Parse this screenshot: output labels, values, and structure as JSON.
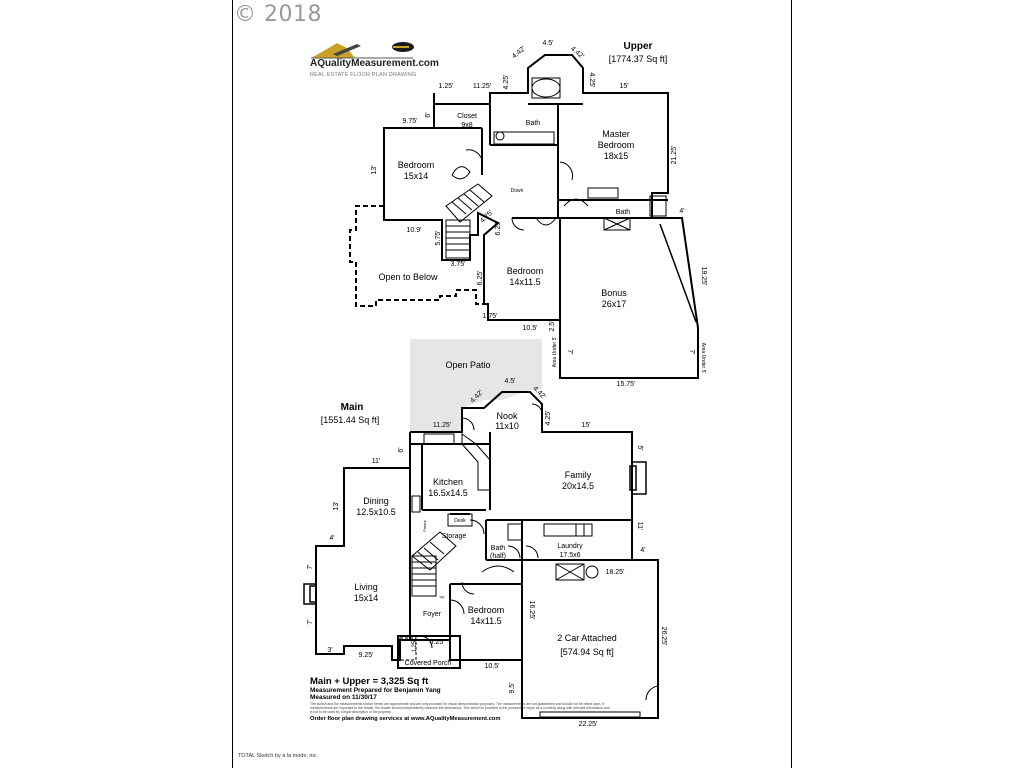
{
  "copyright": "© 2018",
  "logo": {
    "name": "AQualityMeasurement.com",
    "tagline": "REAL ESTATE FLOOR PLAN DRAWING"
  },
  "upper": {
    "title": "Upper",
    "area": "[1774.37 Sq ft]",
    "rooms": {
      "master_name": "Master",
      "master_name2": "Bedroom",
      "master_size": "18x15",
      "bedroom1_name": "Bedroom",
      "bedroom1_size": "15x14",
      "bedroom2_name": "Bedroom",
      "bedroom2_size": "14x11.5",
      "bonus_name": "Bonus",
      "bonus_size": "26x17",
      "closet_name": "Closet",
      "closet_size": "9x8",
      "bath1": "Bath",
      "bath2": "Bath",
      "down": "Down",
      "open_below": "Open to Below",
      "area_under_left": "Area Under 5'",
      "area_under_right": "Area Under 5'"
    },
    "dims": {
      "d1": "4.5'",
      "d2": "4.42'",
      "d3": "4.42'",
      "d4": "4.25'",
      "d5": "4.25'",
      "d6": "1.25'",
      "d7": "11.25'",
      "d8": "15'",
      "d9": "9.75'",
      "d10": "6'",
      "d11": "13'",
      "d12": "21.25'",
      "d13": "4'",
      "d14": "10.9'",
      "d15": "5.75'",
      "d16": "3.75'",
      "d17": "4.75'",
      "d18": "6.25'",
      "d19": "6.25'",
      "d20": "19.25'",
      "d21": "1.75'",
      "d22": "10.5'",
      "d23": "2.5'",
      "d24": "7'",
      "d25": "7'",
      "d26": "15.75'"
    }
  },
  "main": {
    "title": "Main",
    "area": "[1551.44 Sq ft]",
    "rooms": {
      "patio": "Open Patio",
      "nook_name": "Nook",
      "nook_size": "11x10",
      "family_name": "Family",
      "family_size": "20x14.5",
      "kitchen_name": "Kitchen",
      "kitchen_size": "16.5x14.5",
      "dining_name": "Dining",
      "dining_size": "12.5x10.5",
      "living_name": "Living",
      "living_size": "15x14",
      "storage": "Storage",
      "pantry": "Pantry",
      "desk": "Desk",
      "bath_name": "Bath",
      "bath_half": "(half)",
      "laundry_name": "Laundry",
      "laundry_size": "17.5x6",
      "bedroom_name": "Bedroom",
      "bedroom_size": "14x11.5",
      "foyer": "Foyer",
      "porch": "Covered Porch",
      "garage_name": "2 Car Attached",
      "garage_area": "[574.94 Sq ft]",
      "up": "Up"
    },
    "dims": {
      "m1": "4.42'",
      "m2": "4.5'",
      "m3": "4.42'",
      "m4": "4.25'",
      "m5": "11.25'",
      "m6": "15'",
      "m7": "6'",
      "m8": "11'",
      "m9": "5'",
      "m10": "13'",
      "m11": "11'",
      "m12": "4'",
      "m13": "4'",
      "m14": "18.25'",
      "m15": "7'",
      "m16": "16.25'",
      "m17": "26.25'",
      "m18": "7'",
      "m19": "6.25'",
      "m20": "1.25'",
      "m21": "3'",
      "m22": "9.25'",
      "m23": "10.5'",
      "m24": "9.5'",
      "m25": "22.25'"
    }
  },
  "info": {
    "total": "Main + Upper = 3,325 Sq ft",
    "prepared": "Measurement Prepared for Benjamin Yang",
    "measured": "Measured on 11/30/17",
    "disclaimer": "The sketch and the measurements shown herein are approximate and are only provided for visual demonstration purposes. The measurements are not guaranteed and should not be relied upon. If measurements are important to the reader, the reader should independently measure the dimensions. This sketch is provided to the prospective buyer as a courtesy along with relevant information and is not to be used for a legal description of the property.",
    "order": "Order floor plan drawing services at www.AQualityMeasurement.com"
  },
  "footer": "TOTAL Sketch by a la mode, inc."
}
